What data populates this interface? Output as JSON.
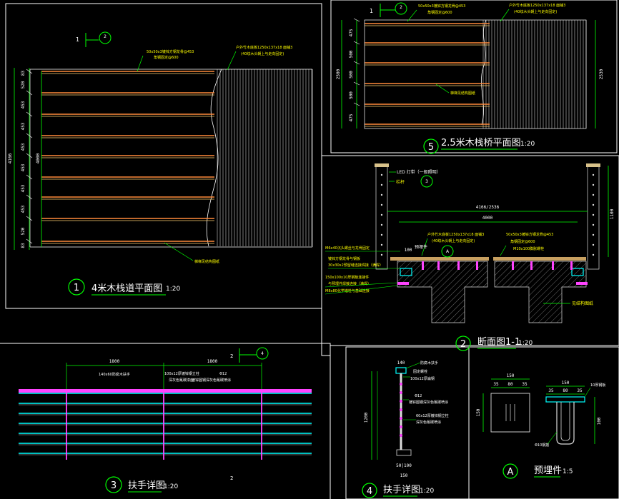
{
  "views": {
    "v1": {
      "num": "1",
      "title": "4米木栈道平面图",
      "scale": "1:20"
    },
    "v5": {
      "num": "5",
      "title": "2.5米木栈桥平面图",
      "scale": "1:20"
    },
    "v2": {
      "num": "2",
      "title": "断面图1-1",
      "scale": "1:20"
    },
    "v3": {
      "num": "3",
      "title": "扶手详图",
      "scale": "1:20"
    },
    "v4": {
      "num": "4",
      "title": "扶手详图",
      "scale": "1:20"
    },
    "vA": {
      "num": "A",
      "title": "预埋件",
      "scale": "1:5"
    }
  },
  "callouts": {
    "v1_top": {
      "label": "1",
      "circle": "2"
    },
    "v5_top": {
      "label": "1",
      "circle": "2"
    },
    "v3_top": {
      "label": "2",
      "circle": "4"
    },
    "v3_bottom": {
      "label": "2"
    },
    "v2_lamp_circle": "3",
    "v2_section_circle": "A"
  },
  "notes": {
    "v1_joist": "50x50x3镀锌方钢龙骨@453",
    "v1_joist_fix": "角钢固定@600",
    "v1_deck": "户外竹木底板1250x137x18 面铺3",
    "v1_deck_sub": "(40纹木头朝上与走向固定)",
    "v1_base": "梯梯见结构图纸",
    "v5_joist": "50x50x3镀锌方钢龙骨@453",
    "v5_joist_fix": "角钢固定@600",
    "v5_deck": "户外竹木底板1250x137x18 面铺3",
    "v5_deck_sub": "(40纹木头朝上与走向固定)",
    "v5_base": "梯梯见结构图纸",
    "v2_lamp": "LED 灯带（一般照明）",
    "v2_rail": "栏杆",
    "v2_deck": "户外竹木底板1250x137x18 面铺3",
    "v2_deck_sub": "(40纹木头朝上与走向固定)",
    "v2_joist": "50x50x3镀锌方钢龙骨@453",
    "v2_joist_fix": "角钢固定@600",
    "v2_joist_fix2": "M10x100膨胀螺栓",
    "v2_embed": "预埋件",
    "v2_left1": "M6x40沉头螺丝与龙骨固定",
    "v2_left2": "镀锌方钢龙骨与钢板",
    "v2_left3": "30x30x2预留缝连接焊接（满焊）",
    "v2_left4": "150x100x10厚钢板连接件",
    "v2_left5": "与预埋件焊接连接（满焊）",
    "v2_left6": "M8x80化学锚栓与基础连接",
    "v2_struct": "见结构图纸",
    "v3_handrail": "140x60防腐木扶手",
    "v3_post": "100x12厚镀锌钢立柱",
    "v3_post_sub": "深灰色氟碳漆面",
    "v3_rod": "Φ12",
    "v3_rod_sub": "镀锌圆钢深灰色氟碳喷涂",
    "v4_n1": "防腐木扶手",
    "v4_n2": "固定螺栓",
    "v4_n3": "100x12厚扁钢",
    "v4_n4": "Φ12",
    "v4_n5": "镀锌圆钢深灰色氟碳喷涂",
    "v4_n6": "60x12厚镀锌钢立柱",
    "v4_n7": "深灰色氟碳喷涂",
    "vA_weld": "10厚钢板",
    "vA_rod": "Φ10钢筋"
  },
  "dims": {
    "v1_total": "4166",
    "v1_inner": "4000",
    "v1_segments": [
      "83",
      "520",
      "453",
      "453",
      "453",
      "453",
      "453",
      "453",
      "520",
      "83"
    ],
    "v5_total": "2500",
    "v5_segments": [
      "475",
      "500",
      "500",
      "500",
      "475"
    ],
    "v5_right": "2530",
    "v2_total": "4166/2536",
    "v2_inner": "4000",
    "v2_side": "100",
    "v2_height": "1100",
    "v3_span1": "1800",
    "v3_span2": "1800",
    "v4_height": "1200",
    "v4_top": "140",
    "v4_bottom1": "50|100",
    "v4_bottom2": "150",
    "vA_w": "150",
    "vA_parts": [
      "35",
      "80",
      "35"
    ],
    "vA_w2": "150",
    "vA_parts2": [
      "35",
      "80",
      "35"
    ],
    "vA_h": "150",
    "vA_h2": "100"
  }
}
